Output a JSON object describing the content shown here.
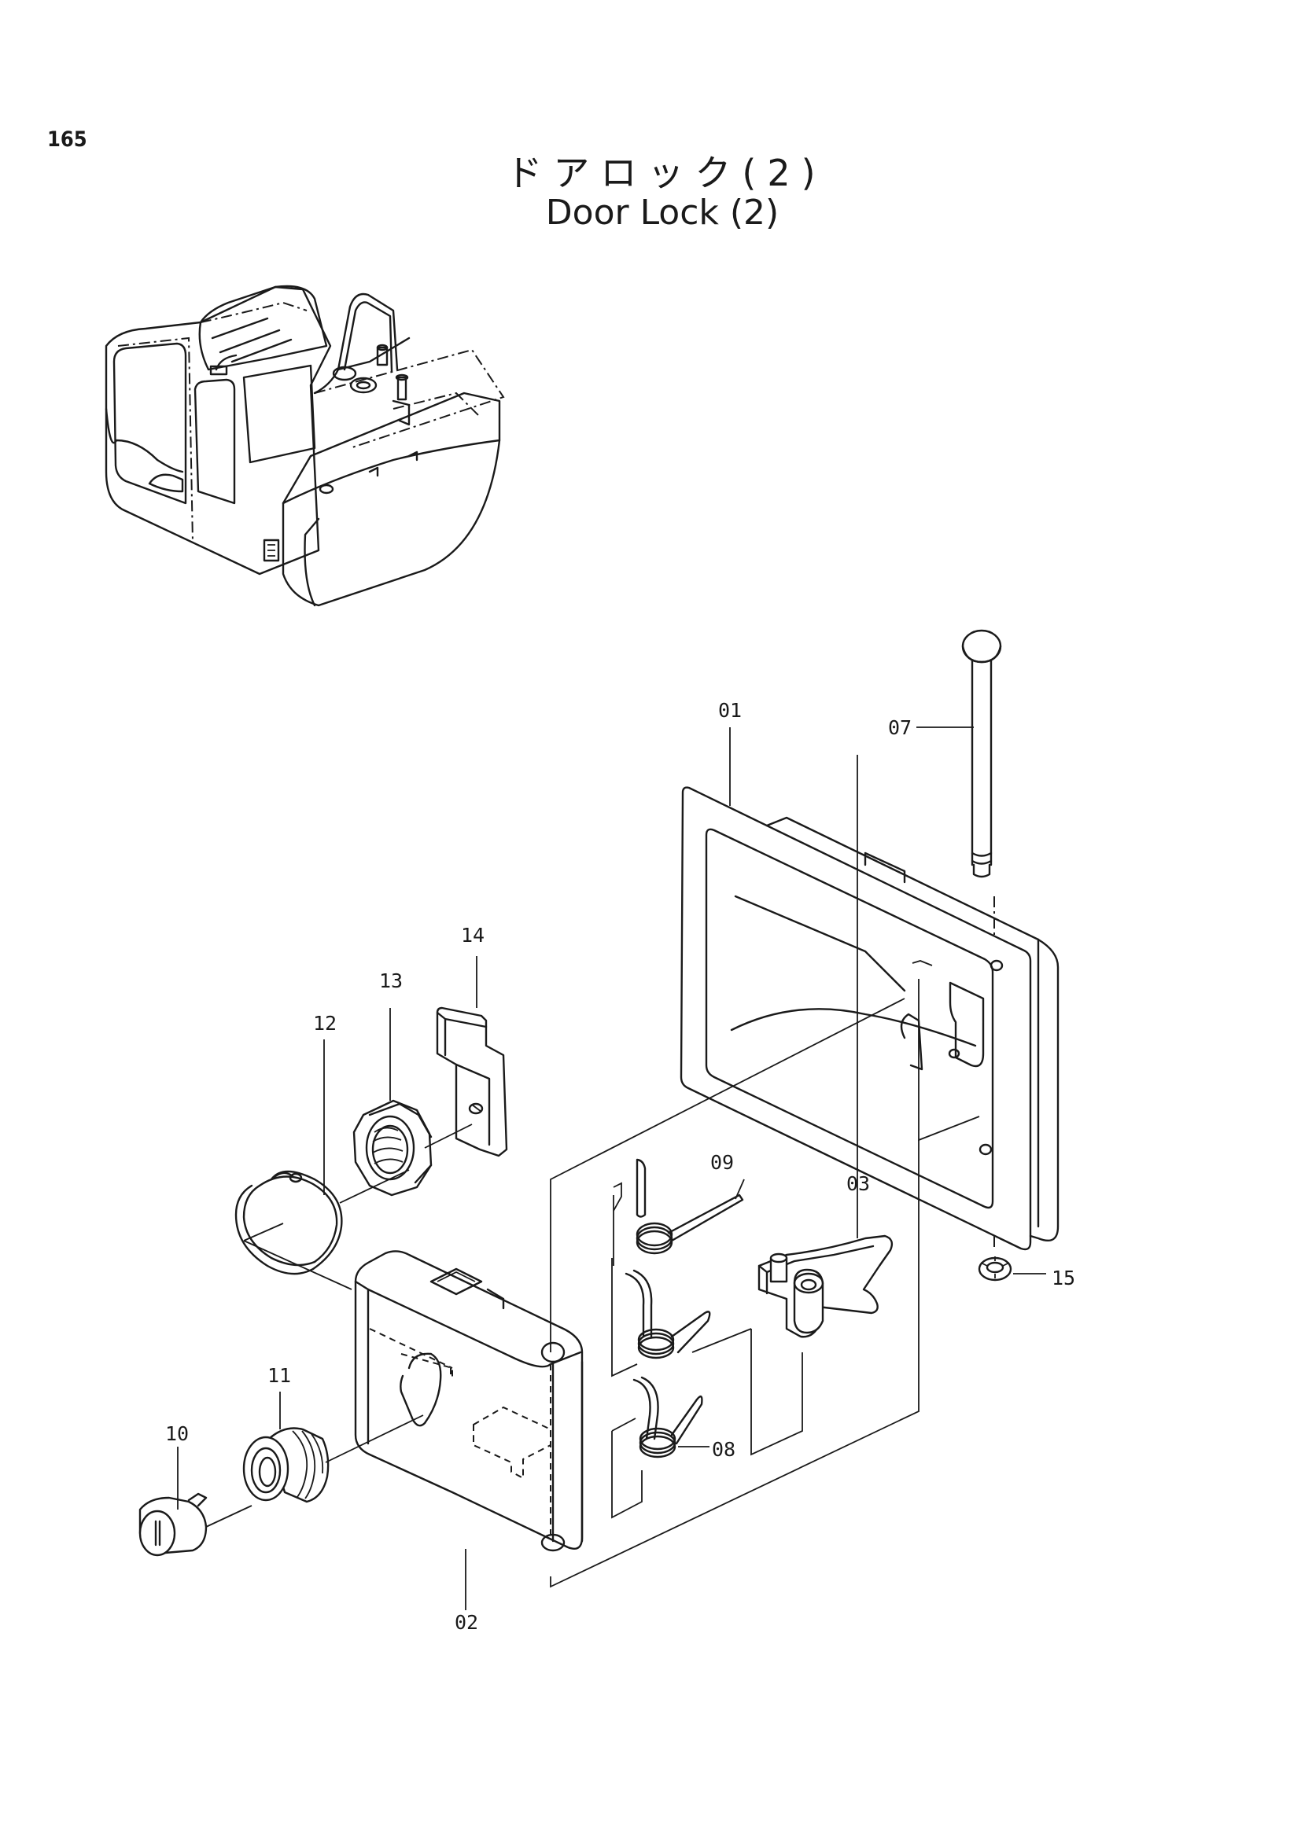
{
  "page": {
    "number": "165"
  },
  "title": {
    "japanese": "ドアロック(2)",
    "english": "Door Lock (2)"
  },
  "callouts": {
    "c01": "01",
    "c02": "02",
    "c03": "03",
    "c07": "07",
    "c08": "08",
    "c09": "09",
    "c10": "10",
    "c11": "11",
    "c12": "12",
    "c13": "13",
    "c14": "14",
    "c15": "15"
  }
}
